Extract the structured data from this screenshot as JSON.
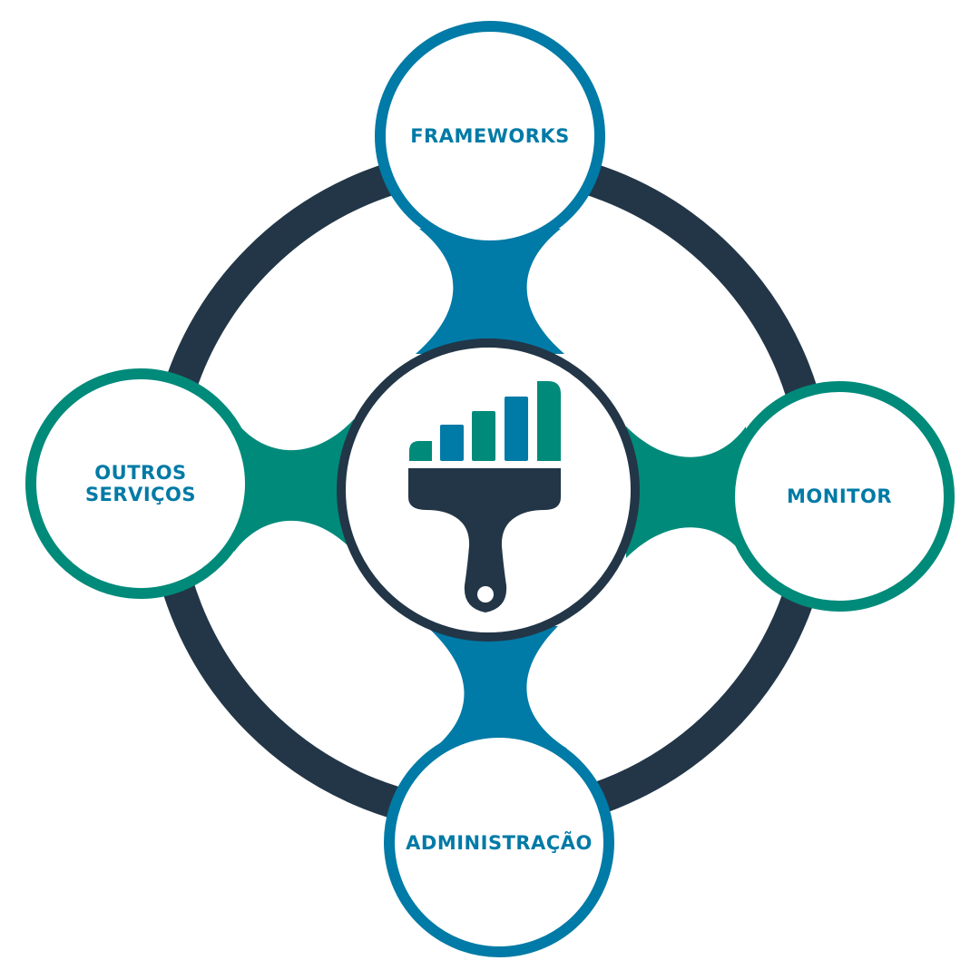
{
  "colors": {
    "ring": "#223647",
    "blue": "#007aa6",
    "teal": "#008a7a",
    "white": "#ffffff",
    "center_border": "#223647"
  },
  "nodes": {
    "top": {
      "label": "FRAMEWORKS",
      "color": "blue"
    },
    "right": {
      "label": "MONITOR",
      "color": "teal"
    },
    "bottom": {
      "label": "ADMINISTRAÇÃO",
      "color": "blue"
    },
    "left": {
      "label_line1": "OUTROS",
      "label_line2": "SERVIÇOS",
      "color": "teal"
    }
  },
  "center": {
    "icon": "paintbrush-with-bar-chart-icon",
    "bars": [
      {
        "color": "teal"
      },
      {
        "color": "blue"
      },
      {
        "color": "teal"
      },
      {
        "color": "blue"
      },
      {
        "color": "teal"
      }
    ]
  }
}
